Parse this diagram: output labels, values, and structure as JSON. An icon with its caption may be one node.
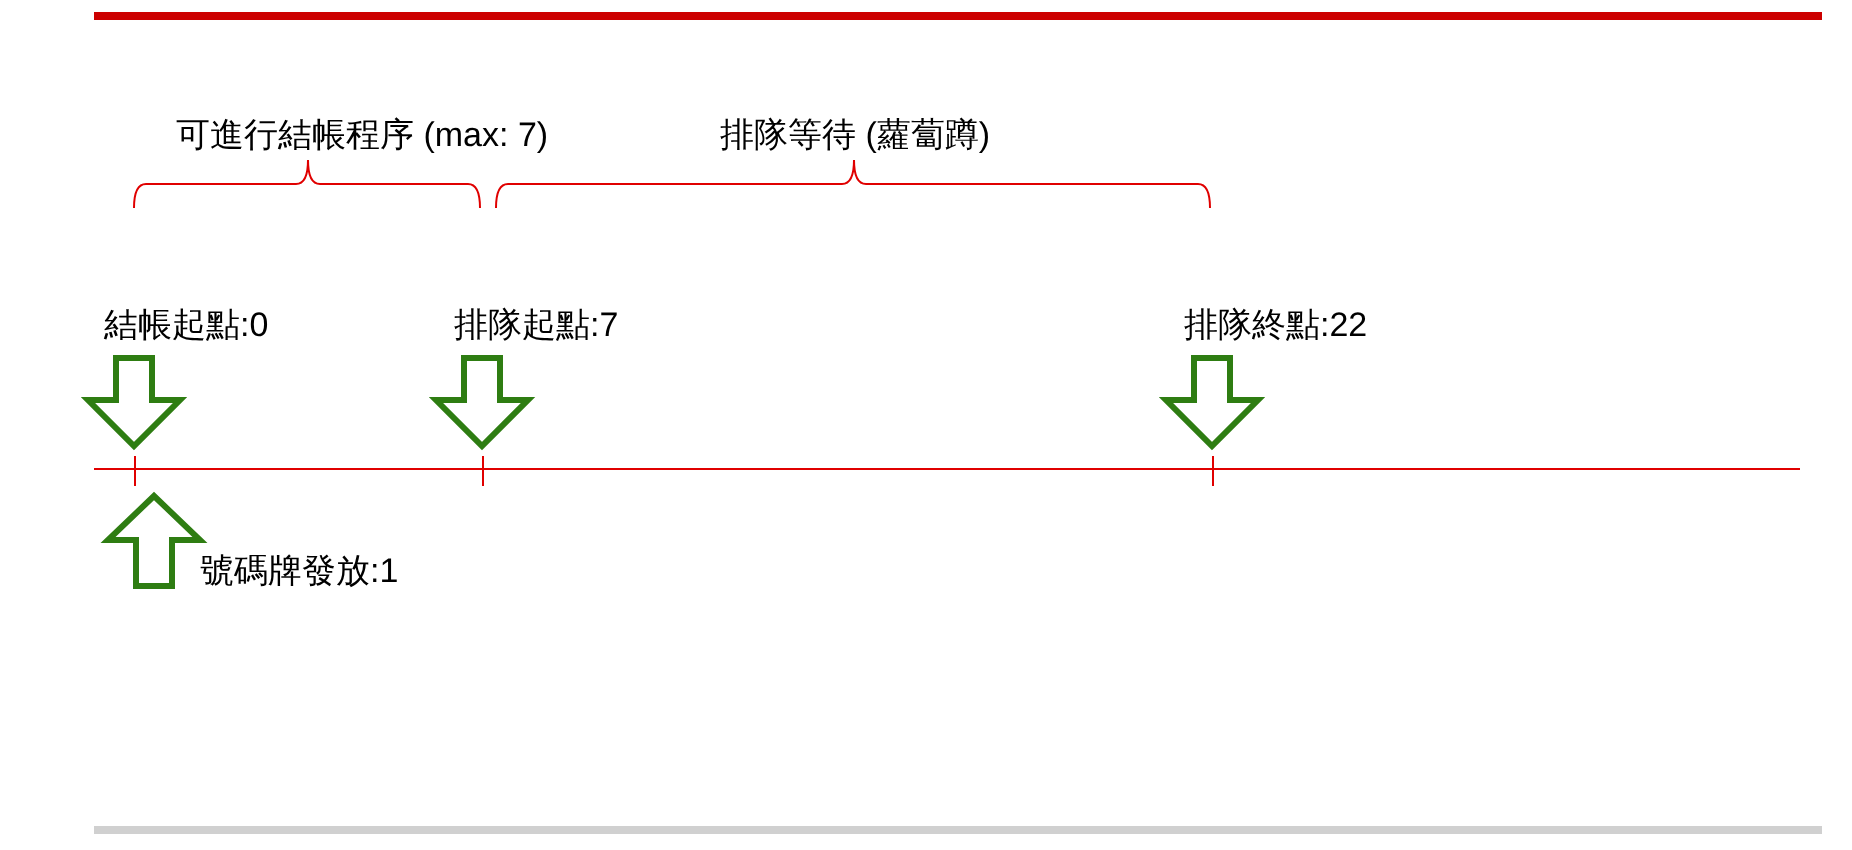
{
  "diagram": {
    "labels": [
      "可進行結帳程序 (max: 7)",
      "排隊等待 (蘿蔔蹲)",
      "結帳起點:0",
      "排隊起點:7",
      "排隊終點:22",
      "號碼牌發放:1"
    ]
  }
}
